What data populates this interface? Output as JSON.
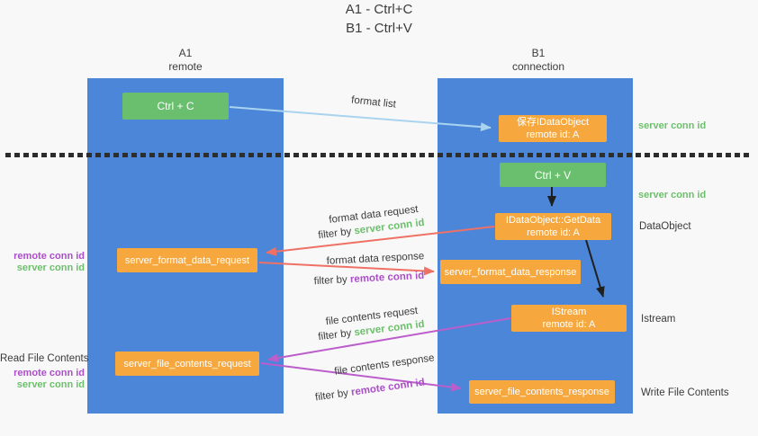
{
  "title": {
    "line1": "A1 - Ctrl+C",
    "line2": "B1 - Ctrl+V"
  },
  "columns": {
    "left": {
      "name": "A1",
      "role": "remote"
    },
    "right": {
      "name": "B1",
      "role": "connection"
    }
  },
  "nodes": {
    "ctrl_c": {
      "label": "Ctrl + C"
    },
    "save_dataobject": {
      "line1": "保存IDataObject",
      "line2": "remote id: A"
    },
    "ctrl_v": {
      "label": "Ctrl + V"
    },
    "getdata": {
      "line1": "IDataObject::GetData",
      "line2": "remote id: A"
    },
    "format_request": {
      "label": "server_format_data_request"
    },
    "format_response": {
      "label": "server_format_data_response"
    },
    "istream": {
      "line1": "IStream",
      "line2": "remote id: A"
    },
    "file_request": {
      "label": "server_file_contents_request"
    },
    "file_response": {
      "label": "server_file_contents_response"
    }
  },
  "flow_labels": {
    "format_list": "format list",
    "format_data_request": "format data request",
    "format_data_response": "format data response",
    "file_contents_request": "file contents request",
    "file_contents_response": "file contents response",
    "filter_by": "filter by ",
    "server_conn_id": "server conn id",
    "remote_conn_id": "remote conn id"
  },
  "side_labels": {
    "server_conn_id_top": "server conn id",
    "server_conn_id_mid": "server conn id",
    "dataobject": "DataObject",
    "istream": "Istream",
    "write_file_contents": "Write File Contents",
    "read_file_contents": "Read File Contents",
    "remote_conn_id": "remote conn id",
    "server_conn_id": "server conn id"
  },
  "colors": {
    "lifeline_blue": "#4c86d8",
    "node_green": "#6abf6e",
    "node_orange": "#f6a83f",
    "arrow_blue": "#a9d3ee",
    "arrow_red": "#ef7165",
    "arrow_magenta": "#bb5ecb",
    "arrow_black": "#1f1f1f",
    "text_green": "#6dbf6d",
    "text_purple": "#ab4fc8"
  }
}
